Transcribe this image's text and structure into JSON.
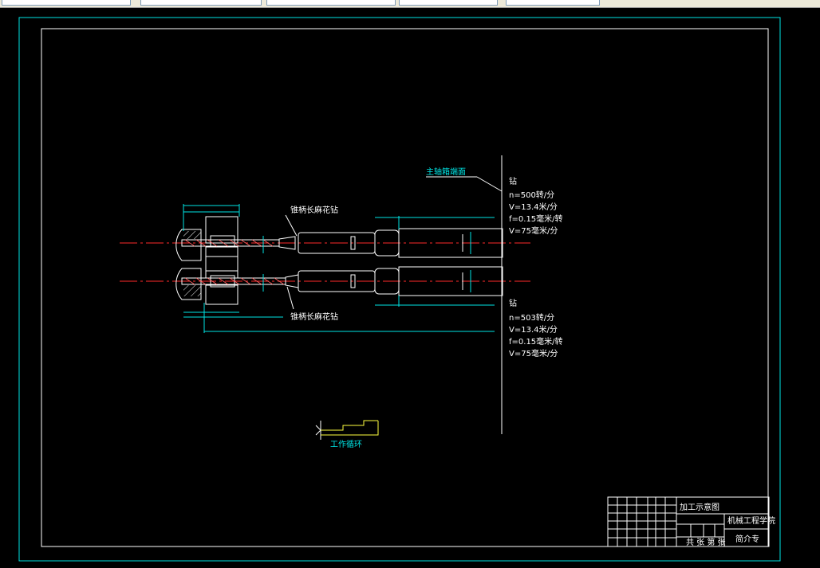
{
  "toolbar": {
    "fields": [
      "",
      "",
      "",
      "",
      ""
    ]
  },
  "annotations": {
    "spindle_box_face": "主轴箱端面",
    "tool_upper": "锥柄长麻花钻",
    "tool_lower": "锥柄长麻花钻",
    "work_cycle": "工作循环"
  },
  "spec_upper": {
    "title": "钻",
    "lines": [
      "n=500转/分",
      "V=13.4米/分",
      "f=0.15毫米/转",
      "V=75毫米/分"
    ]
  },
  "spec_lower": {
    "title": "钻",
    "lines": [
      "n=503转/分",
      "V=13.4米/分",
      "f=0.15毫米/转",
      "V=75毫米/分"
    ]
  },
  "title_block": {
    "drawing_title": "加工示意图",
    "school": "机械工程学院",
    "author": "简介专",
    "sheet_info": "共 张 第 张"
  },
  "colors": {
    "background": "#000000",
    "outline": "#ffffff",
    "dimension": "#00e5e5",
    "centerline": "#ff2a2a"
  }
}
